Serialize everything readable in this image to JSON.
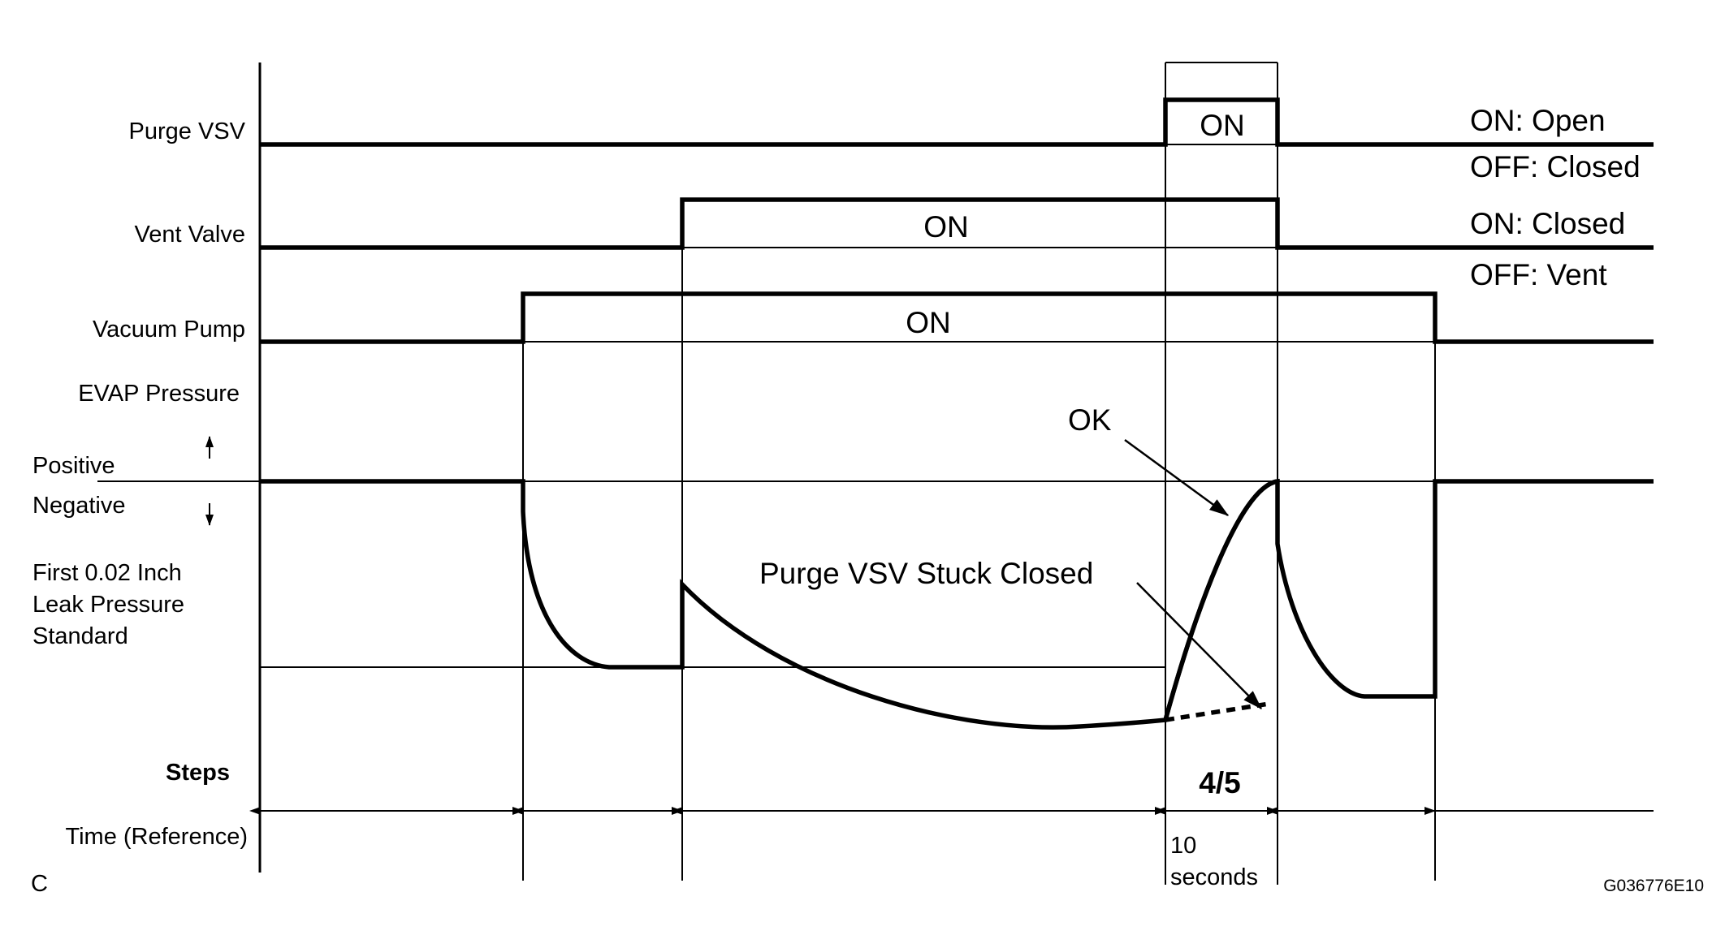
{
  "signals": {
    "purge_vsv": "Purge VSV",
    "vent_valve": "Vent Valve",
    "vacuum_pump": "Vacuum Pump",
    "evap_pressure": "EVAP Pressure"
  },
  "pressure_axis": {
    "positive": "Positive",
    "negative": "Negative",
    "standard_line1": "First 0.02 Inch",
    "standard_line2": "Leak Pressure",
    "standard_line3": "Standard"
  },
  "states": {
    "purge_on": "ON",
    "vent_on": "ON",
    "pump_on": "ON"
  },
  "legend": {
    "purge_on": "ON: Open",
    "purge_off": "OFF: Closed",
    "vent_on": "ON: Closed",
    "vent_off": "OFF: Vent"
  },
  "annotations": {
    "ok": "OK",
    "stuck_closed": "Purge VSV Stuck Closed"
  },
  "steps": {
    "label": "Steps",
    "step_4_5": "4/5"
  },
  "time": {
    "label": "Time (Reference)",
    "duration_value": "10",
    "duration_unit": "seconds"
  },
  "footer": {
    "corner_letter": "C",
    "figure_code": "G036776E10"
  }
}
